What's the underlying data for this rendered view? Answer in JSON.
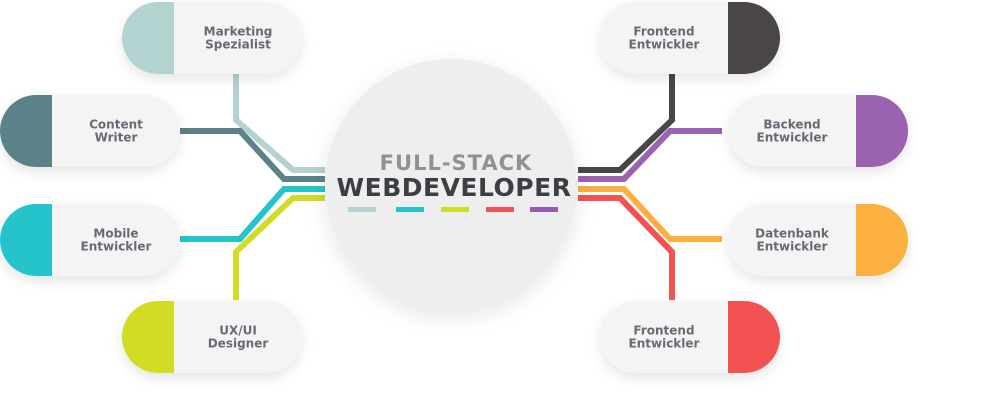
{
  "center": {
    "title_top": "FULL-STACK",
    "title_main": "WEBDEVELOPER",
    "dash_colors": [
      "#b3d3d0",
      "#25c4ca",
      "#d3dc25",
      "#f25352",
      "#9b59b4"
    ]
  },
  "nodes": [
    {
      "id": "marketing",
      "side": "left",
      "lines": [
        "Marketing",
        "Spezialist"
      ],
      "color": "#b3d3d0"
    },
    {
      "id": "content",
      "side": "left",
      "lines": [
        "Content",
        "Writer"
      ],
      "color": "#5b8189"
    },
    {
      "id": "mobile",
      "side": "left",
      "lines": [
        "Mobile",
        "Entwickler"
      ],
      "color": "#25c4ca"
    },
    {
      "id": "uxui",
      "side": "left",
      "lines": [
        "UX/UI",
        "Designer"
      ],
      "color": "#d3dc25"
    },
    {
      "id": "frontend-top",
      "side": "right",
      "lines": [
        "Frontend",
        "Entwickler"
      ],
      "color": "#4a4549"
    },
    {
      "id": "backend",
      "side": "right",
      "lines": [
        "Backend",
        "Entwickler"
      ],
      "color": "#9b62b0"
    },
    {
      "id": "datenbank",
      "side": "right",
      "lines": [
        "Datenbank",
        "Entwickler"
      ],
      "color": "#fbb040"
    },
    {
      "id": "frontend-bottom",
      "side": "right",
      "lines": [
        "Frontend",
        "Entwickler"
      ],
      "color": "#f25352"
    }
  ]
}
